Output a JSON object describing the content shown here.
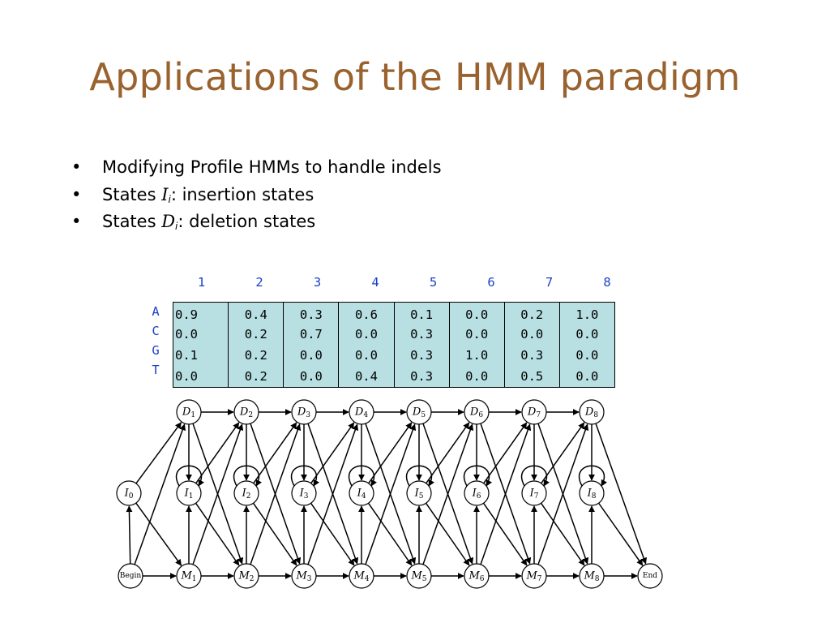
{
  "slide": {
    "title": "Applications of the HMM paradigm",
    "bullets": [
      {
        "prefix": "Modifying Profile HMMs to handle indels",
        "var": "",
        "sub": "",
        "suffix": ""
      },
      {
        "prefix": "States ",
        "var": "I",
        "sub": "i",
        "suffix": ": insertion states"
      },
      {
        "prefix": "States ",
        "var": "D",
        "sub": "i",
        "suffix": ": deletion states"
      }
    ],
    "bullet_glyph": "•"
  },
  "profile": {
    "columns": [
      "1",
      "2",
      "3",
      "4",
      "5",
      "6",
      "7",
      "8"
    ],
    "rows": [
      {
        "label": "A",
        "values": [
          "0.9",
          "0.4",
          "0.3",
          "0.6",
          "0.1",
          "0.0",
          "0.2",
          "1.0"
        ]
      },
      {
        "label": "C",
        "values": [
          "0.0",
          "0.2",
          "0.7",
          "0.0",
          "0.3",
          "0.0",
          "0.0",
          "0.0"
        ]
      },
      {
        "label": "G",
        "values": [
          "0.1",
          "0.2",
          "0.0",
          "0.0",
          "0.3",
          "1.0",
          "0.3",
          "0.0"
        ]
      },
      {
        "label": "T",
        "values": [
          "0.0",
          "0.2",
          "0.0",
          "0.4",
          "0.3",
          "0.0",
          "0.5",
          "0.0"
        ]
      }
    ],
    "colors": {
      "table_bg": "#b8dfe2",
      "header_text": "#1a3fc8"
    }
  },
  "hmm": {
    "length": 8,
    "begin_label": "Begin",
    "end_label": "End",
    "deletion_letter": "D",
    "insertion_letter": "I",
    "match_letter": "M",
    "insert_start_index": "0"
  },
  "colors": {
    "title": "#99622e"
  }
}
